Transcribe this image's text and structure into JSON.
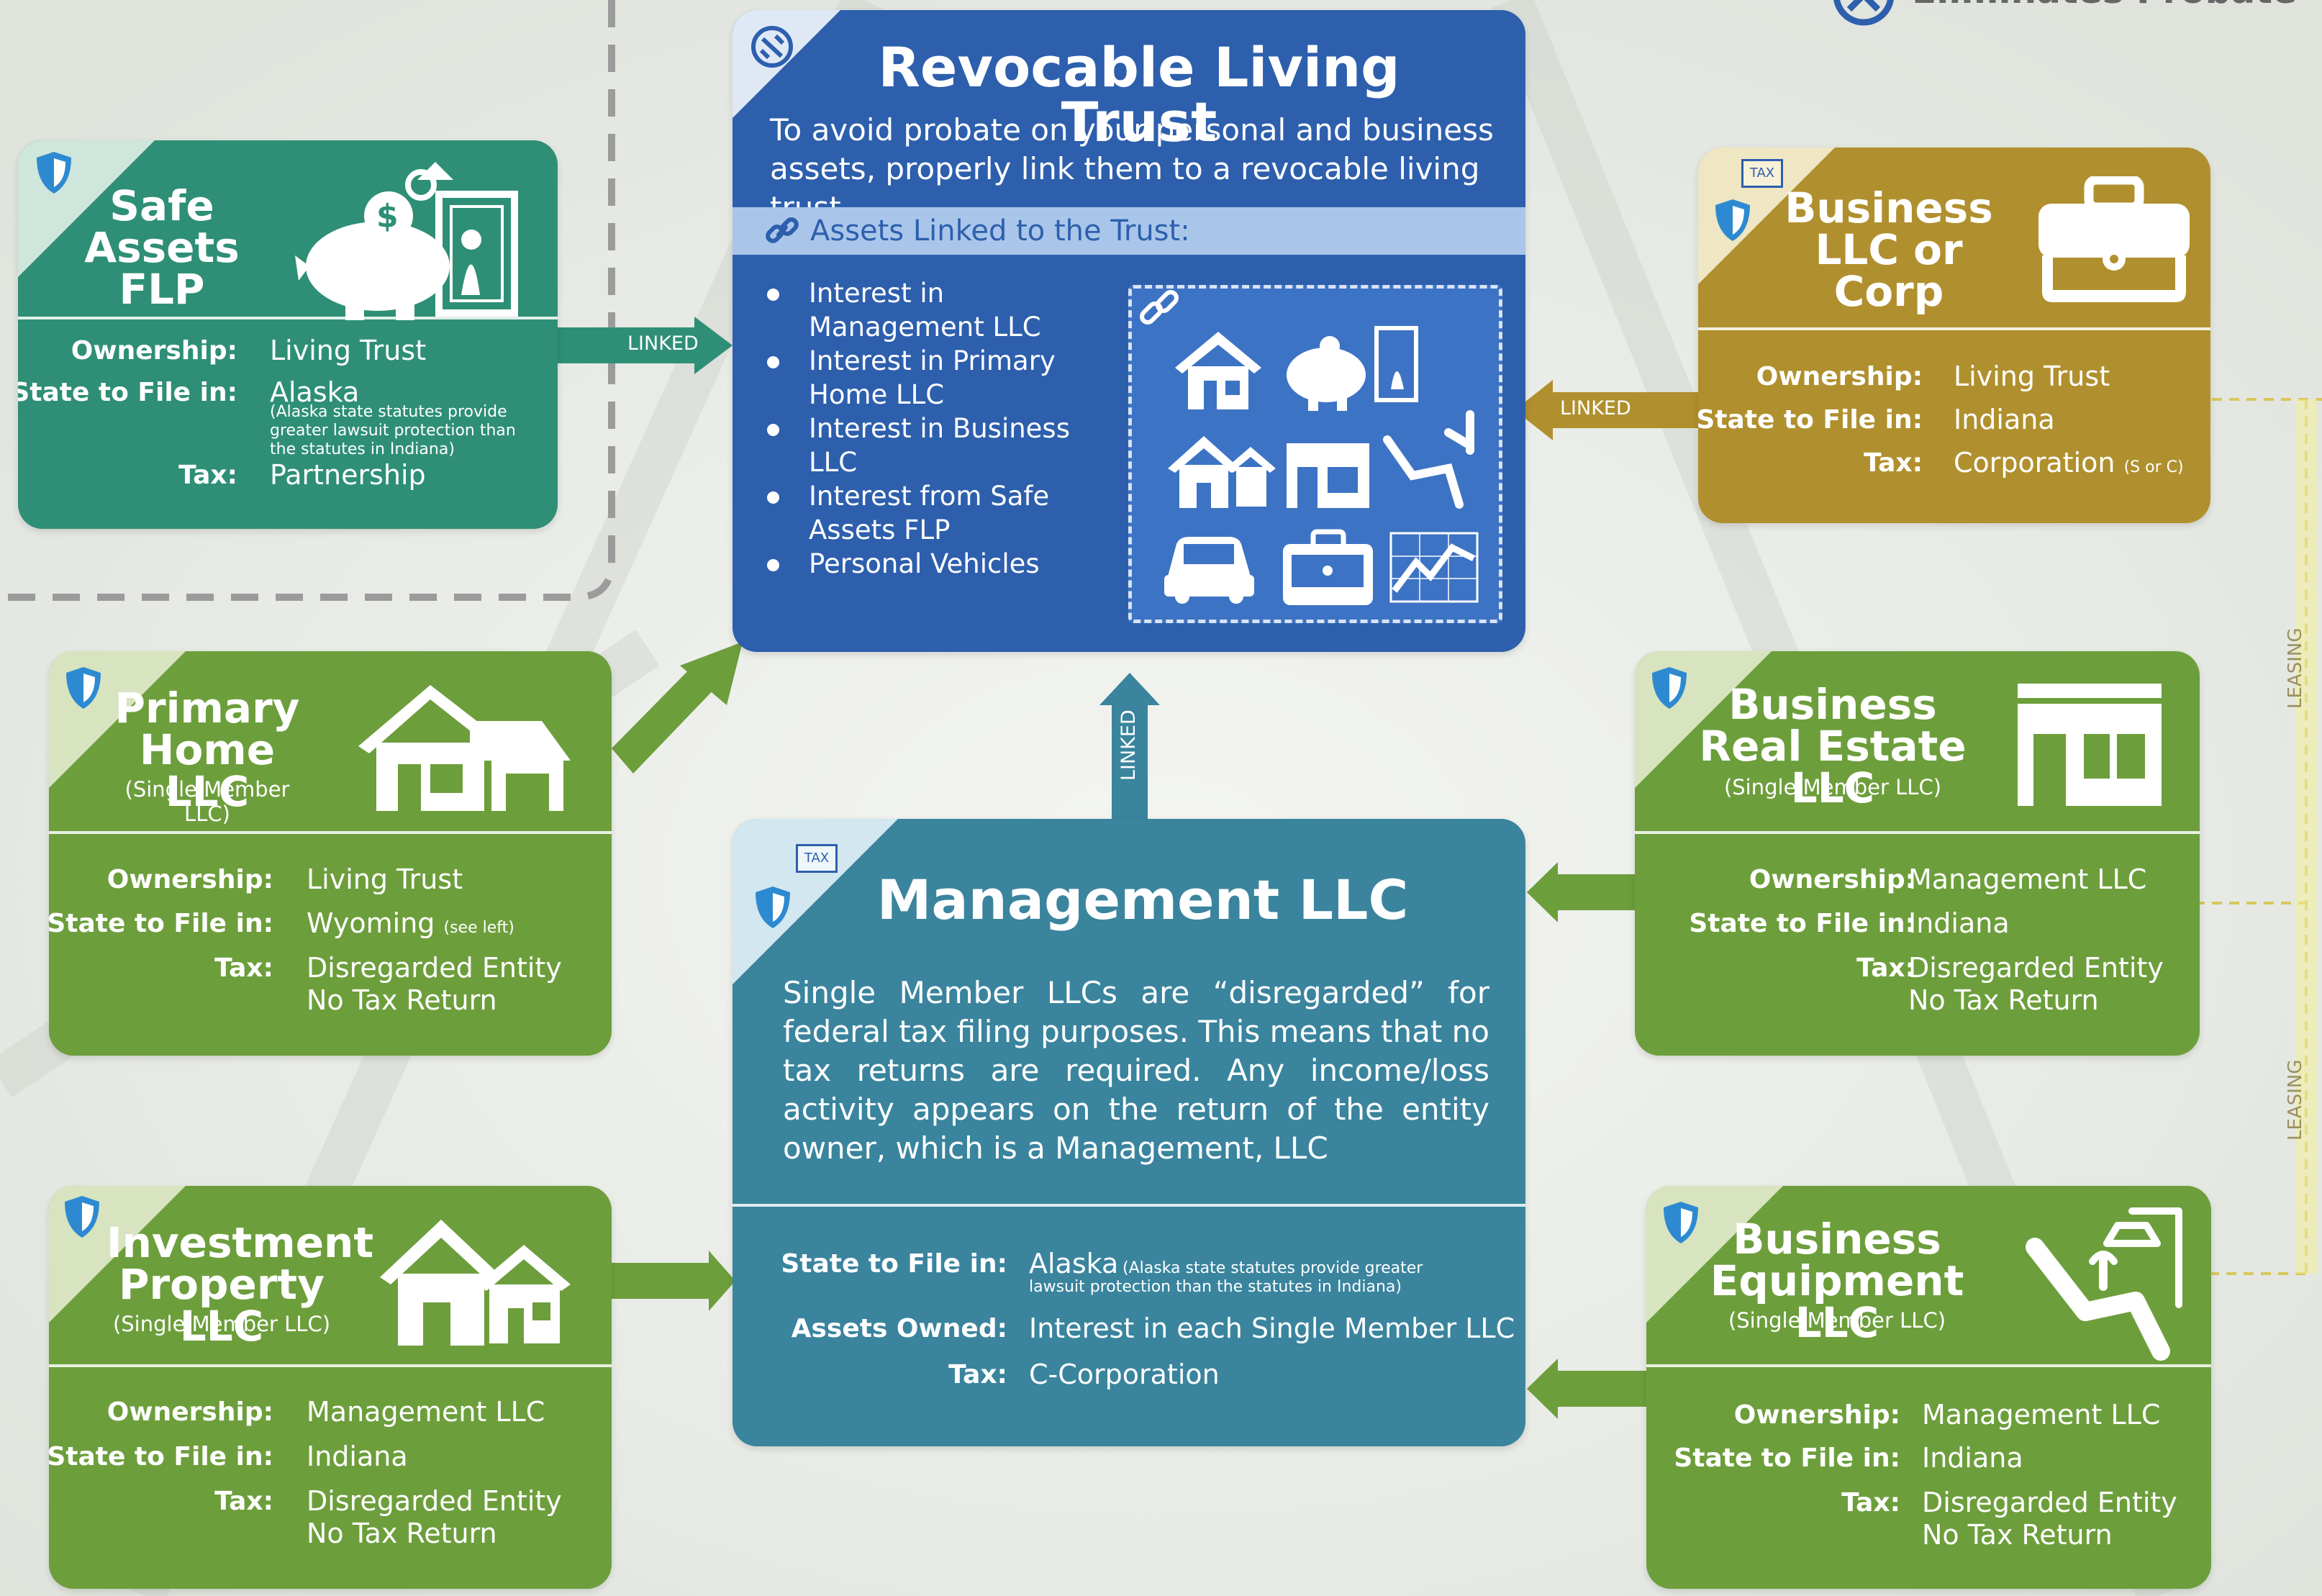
{
  "top_right": {
    "label": "Eliminates Probate"
  },
  "trust": {
    "title": "Revocable Living Trust",
    "description": "To avoid probate on your personal and business assets, properly link them to a revocable living trust.",
    "assets_header": "Assets Linked to the Trust:",
    "assets": [
      "Interest in Management LLC",
      "Interest in Primary Home LLC",
      "Interest in Business LLC",
      "Interest from Safe Assets FLP",
      "Personal Vehicles"
    ]
  },
  "safe_assets": {
    "title_line1": "Safe",
    "title_line2": "Assets FLP",
    "ownership_label": "Ownership:",
    "ownership": "Living Trust",
    "state_label": "State to File in:",
    "state": "Alaska",
    "state_note": "(Alaska state statutes provide greater lawsuit protection than the statutes in Indiana)",
    "tax_label": "Tax:",
    "tax": "Partnership"
  },
  "business_corp": {
    "title_line1": "Business",
    "title_line2": "LLC or Corp",
    "ownership_label": "Ownership:",
    "ownership": "Living Trust",
    "state_label": "State to File in:",
    "state": "Indiana",
    "tax_label": "Tax:",
    "tax": "Corporation",
    "tax_note": "(S or C)"
  },
  "primary_home": {
    "title_line1": "Primary",
    "title_line2": "Home LLC",
    "subtitle": "(Single Member LLC)",
    "ownership_label": "Ownership:",
    "ownership": "Living Trust",
    "state_label": "State to File in:",
    "state": "Wyoming",
    "state_note": "(see left)",
    "tax_label": "Tax:",
    "tax_line1": "Disregarded Entity",
    "tax_line2": "No Tax Return"
  },
  "investment": {
    "title_line1": "Investment",
    "title_line2": "Property LLC",
    "subtitle": "(Single Member LLC)",
    "ownership_label": "Ownership:",
    "ownership": "Management LLC",
    "state_label": "State to File in:",
    "state": "Indiana",
    "tax_label": "Tax:",
    "tax_line1": "Disregarded Entity",
    "tax_line2": "No Tax Return"
  },
  "real_estate": {
    "title_line1": "Business",
    "title_line2": "Real Estate LLC",
    "subtitle": "(Single Member LLC)",
    "ownership_label": "Ownership:",
    "ownership": "Management LLC",
    "state_label": "State to File in:",
    "state": "Indiana",
    "tax_label": "Tax:",
    "tax_line1": "Disregarded Entity",
    "tax_line2": "No Tax Return"
  },
  "equipment": {
    "title_line1": "Business",
    "title_line2": "Equipment LLC",
    "subtitle": "(Single Member LLC)",
    "ownership_label": "Ownership:",
    "ownership": "Management LLC",
    "state_label": "State to File in:",
    "state": "Indiana",
    "tax_label": "Tax:",
    "tax_line1": "Disregarded Entity",
    "tax_line2": "No Tax Return"
  },
  "management": {
    "title": "Management LLC",
    "description": "Single Member LLCs are “disregarded” for federal tax filing purposes. This means that no tax returns are required. Any income/loss activity appears on the return of the entity owner, which is a Management, LLC",
    "state_label": "State to File in:",
    "state": "Alaska",
    "state_note": "(Alaska state statutes provide greater lawsuit protection than the statutes in Indiana)",
    "assets_label": "Assets Owned:",
    "assets": "Interest in each Single Member LLC",
    "tax_label": "Tax:",
    "tax": "C-Corporation"
  },
  "connectors": {
    "linked": "LINKED",
    "leasing": "LEASING",
    "tax_badge": "TAX"
  },
  "colors": {
    "green": "#6d9e3c",
    "teal": "#2e8f76",
    "gold": "#b0902e",
    "management": "#3a849e",
    "trust": "#2d5fad"
  }
}
